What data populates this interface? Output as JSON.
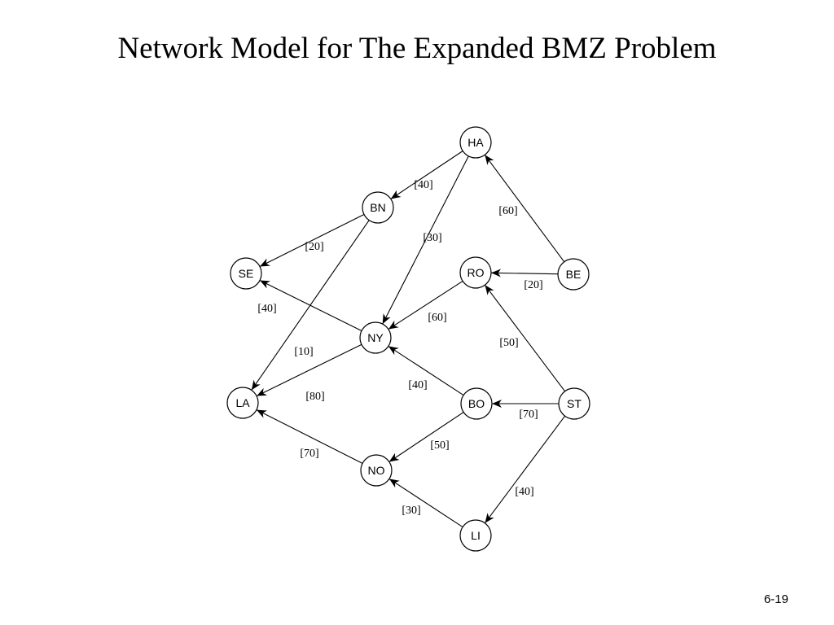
{
  "title": "Network Model for The Expanded BMZ Problem",
  "page_number": "6-19",
  "nodes": [
    {
      "id": "HA",
      "label": "HA"
    },
    {
      "id": "BN",
      "label": "BN"
    },
    {
      "id": "SE",
      "label": "SE"
    },
    {
      "id": "RO",
      "label": "RO"
    },
    {
      "id": "BE",
      "label": "BE"
    },
    {
      "id": "NY",
      "label": "NY"
    },
    {
      "id": "LA",
      "label": "LA"
    },
    {
      "id": "BO",
      "label": "BO"
    },
    {
      "id": "ST",
      "label": "ST"
    },
    {
      "id": "NO",
      "label": "NO"
    },
    {
      "id": "LI",
      "label": "LI"
    }
  ],
  "edges": [
    {
      "from": "HA",
      "to": "BN",
      "label": "[40]"
    },
    {
      "from": "HA",
      "to": "NY",
      "label": "[30]"
    },
    {
      "from": "BE",
      "to": "HA",
      "label": "[60]"
    },
    {
      "from": "BN",
      "to": "SE",
      "label": "[20]"
    },
    {
      "from": "BN",
      "to": "LA",
      "label": "[10]"
    },
    {
      "from": "BE",
      "to": "RO",
      "label": "[20]"
    },
    {
      "from": "NY",
      "to": "SE",
      "label": "[40]"
    },
    {
      "from": "RO",
      "to": "NY",
      "label": "[60]"
    },
    {
      "from": "ST",
      "to": "RO",
      "label": "[50]"
    },
    {
      "from": "NY",
      "to": "LA",
      "label": "[80]"
    },
    {
      "from": "BO",
      "to": "NY",
      "label": "[40]"
    },
    {
      "from": "ST",
      "to": "BO",
      "label": "[70]"
    },
    {
      "from": "BO",
      "to": "NO",
      "label": "[50]"
    },
    {
      "from": "NO",
      "to": "LA",
      "label": "[70]"
    },
    {
      "from": "ST",
      "to": "LI",
      "label": "[40]"
    },
    {
      "from": "LI",
      "to": "NO",
      "label": "[30]"
    }
  ]
}
